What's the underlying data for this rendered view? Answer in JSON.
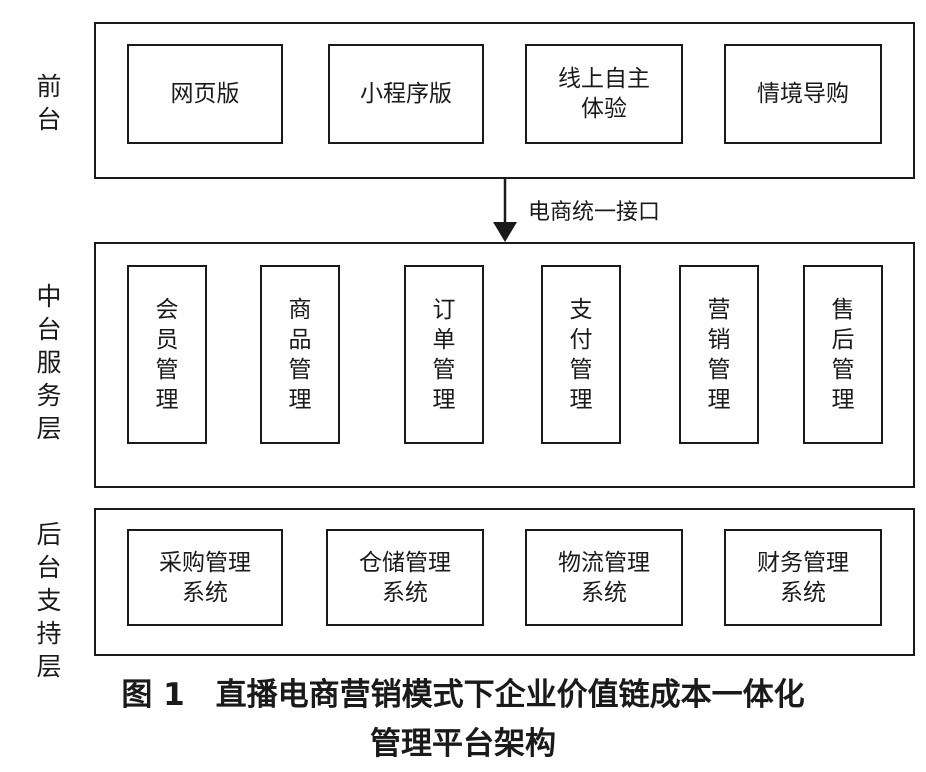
{
  "front_layer": {
    "label": "前台",
    "modules": [
      {
        "text": "网页版"
      },
      {
        "text": "小程序版"
      },
      {
        "text": "线上自主\n体验"
      },
      {
        "text": "情境导购"
      }
    ]
  },
  "interface": {
    "label": "电商统一接口"
  },
  "middle_layer": {
    "label": "中台服务层",
    "modules": [
      {
        "text": "会员管理"
      },
      {
        "text": "商品管理"
      },
      {
        "text": "订单管理"
      },
      {
        "text": "支付管理"
      },
      {
        "text": "营销管理"
      },
      {
        "text": "售后管理"
      }
    ]
  },
  "back_layer": {
    "label": "后台支持层",
    "modules": [
      {
        "text": "采购管理\n系统"
      },
      {
        "text": "仓储管理\n系统"
      },
      {
        "text": "物流管理\n系统"
      },
      {
        "text": "财务管理\n系统"
      }
    ]
  },
  "caption": {
    "line1": "图 1　直播电商营销模式下企业价值链成本一体化",
    "line2": "管理平台架构"
  }
}
